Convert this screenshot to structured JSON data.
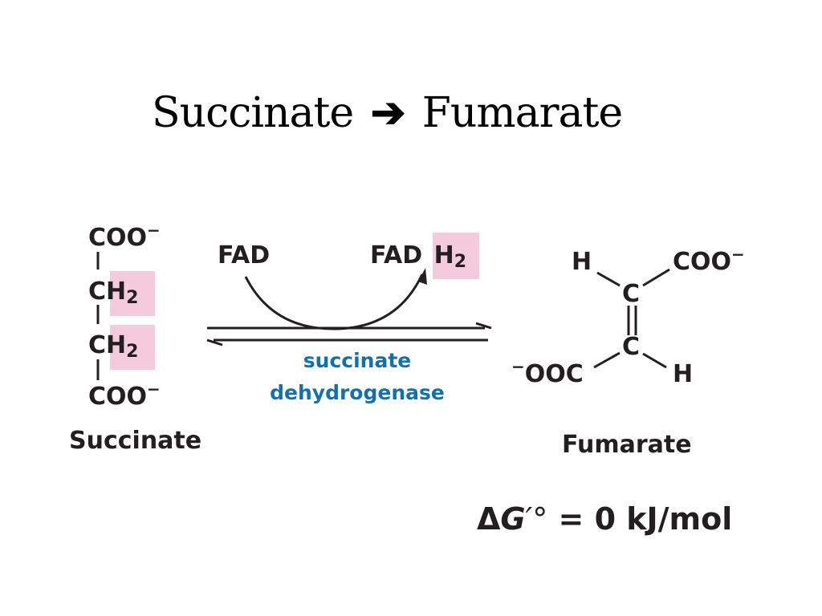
{
  "title": {
    "left": "Succinate",
    "arrow": "➔",
    "right": "Fumarate"
  },
  "succinate": {
    "coo_top": "COO",
    "coo_top_charge": "−",
    "ch2_1_c": "C",
    "ch2_1_h": "H",
    "ch2_1_sub": "2",
    "ch2_2_c": "C",
    "ch2_2_h": "H",
    "ch2_2_sub": "2",
    "coo_bottom": "COO",
    "coo_bottom_charge": "−",
    "name": "Succinate"
  },
  "cofactors": {
    "fad": "FAD",
    "fadh2_fad": "FAD",
    "fadh2_h": "H",
    "fadh2_sub": "2"
  },
  "enzyme": {
    "line1": "succinate",
    "line2": "dehydrogenase"
  },
  "fumarate": {
    "h_top": "H",
    "coo_right": "COO",
    "coo_right_charge": "−",
    "c_top": "C",
    "c_bottom": "C",
    "ooc_left_charge": "−",
    "ooc_left": "OOC",
    "h_bottom": "H",
    "name": "Fumarate"
  },
  "energy": {
    "delta": "Δ",
    "symbol": "G",
    "prime": "′°",
    "value": "= 0 kJ/mol"
  },
  "colors": {
    "highlight": "#f5cadd",
    "enzyme_text": "#1670a8",
    "structure_text": "#231f20"
  }
}
